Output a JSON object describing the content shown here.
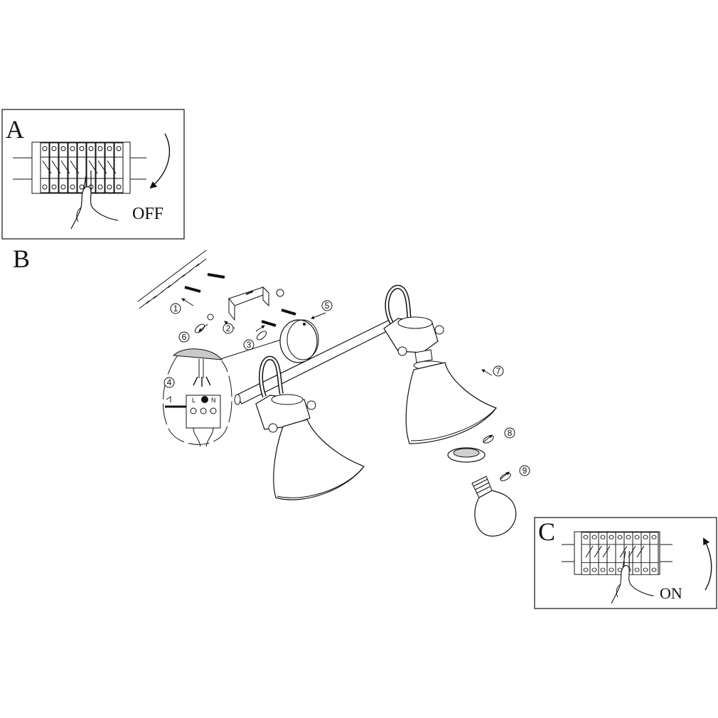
{
  "panels": {
    "a": {
      "letter": "A",
      "switch_label": "OFF"
    },
    "b": {
      "letter": "B"
    },
    "c": {
      "letter": "C",
      "switch_label": "ON"
    }
  },
  "steps": [
    "1",
    "2",
    "3",
    "4",
    "5",
    "6",
    "7",
    "8",
    "9"
  ],
  "terminal": {
    "left": "L",
    "right": "N"
  }
}
